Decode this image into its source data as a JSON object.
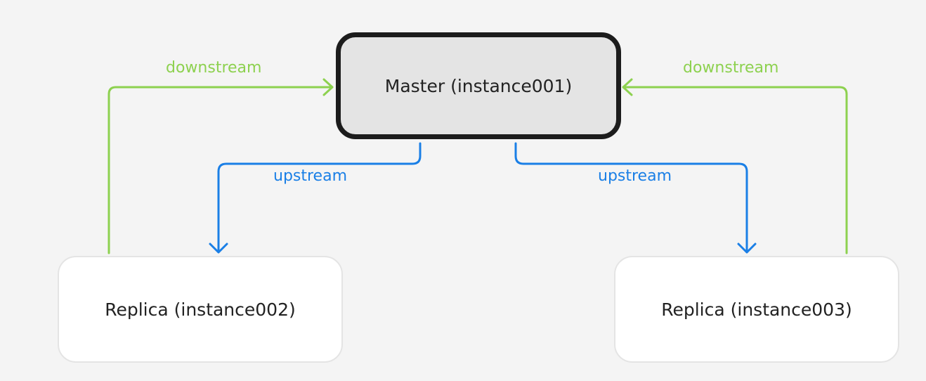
{
  "colors": {
    "downstream": "#8dd14f",
    "upstream": "#1a7fe6"
  },
  "nodes": {
    "master": "Master (instance001)",
    "replica_left": "Replica (instance002)",
    "replica_right": "Replica (instance003)"
  },
  "edges": {
    "downstream_left": "downstream",
    "downstream_right": "downstream",
    "upstream_left": "upstream",
    "upstream_right": "upstream"
  }
}
